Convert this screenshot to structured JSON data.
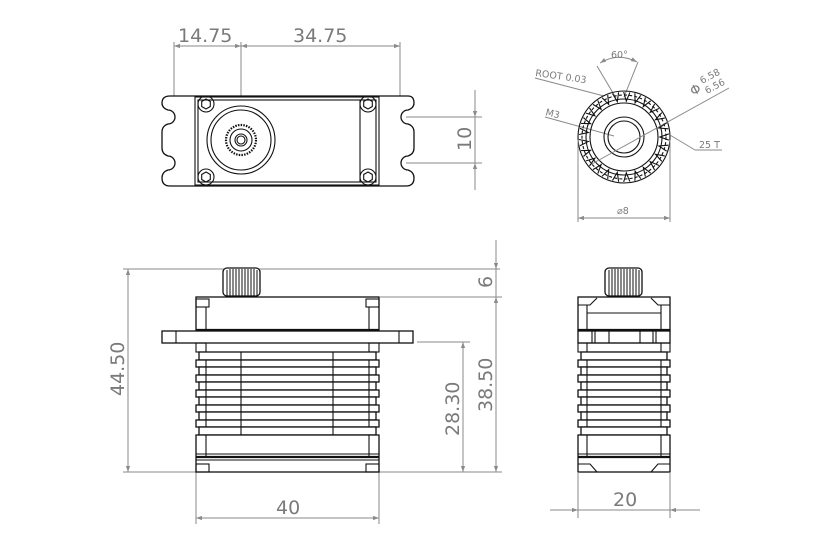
{
  "drawing": {
    "subject": "servo",
    "views": {
      "top_view": {
        "dims": {
          "shaft_offset": "14.75",
          "shaft_to_edge": "34.75",
          "mount_hole_spacing": "10"
        }
      },
      "spline_detail": {
        "angle": "60°",
        "root": "ROOT 0.03",
        "thread": "M3",
        "diameter_symbol": "Φ",
        "diameter_max": "6.58",
        "diameter_min": "6.56",
        "teeth": "25 T",
        "outer_diameter": "⌀8"
      },
      "front_view": {
        "dims": {
          "overall_height": "44.50",
          "shaft_height": "6",
          "body_height": "38.50",
          "flange_height": "28.30",
          "width": "40"
        }
      },
      "side_view": {
        "dims": {
          "depth": "20"
        }
      }
    },
    "colors": {
      "line": "#111111",
      "dimension": "#8a8a8a",
      "background": "#ffffff"
    }
  }
}
